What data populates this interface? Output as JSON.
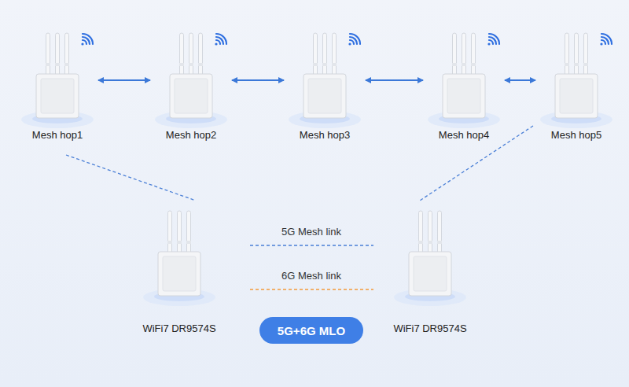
{
  "diagram": {
    "nodes": [
      {
        "text": [
          "Mesh hop1"
        ]
      },
      {
        "text": [
          "Mesh hop2"
        ]
      },
      {
        "text": [
          "Mesh hop3"
        ]
      },
      {
        "text": [
          "Mesh hop4"
        ]
      },
      {
        "text": [
          "Mesh hop5"
        ]
      },
      {
        "text": [
          "WiFi7 DR9574S"
        ]
      },
      {
        "text": [
          "5G+6G MLO"
        ]
      },
      {
        "text": [
          "WiFi7 DR9574S"
        ]
      }
    ],
    "edges": [
      {
        "from": 0,
        "to": 1,
        "arrow": "both"
      },
      {
        "from": 1,
        "to": 2,
        "arrow": "both"
      },
      {
        "from": 2,
        "to": 3,
        "arrow": "both"
      },
      {
        "from": 3,
        "to": 4,
        "arrow": "both"
      },
      {
        "from": 0,
        "to": 5,
        "arrow": "none"
      },
      {
        "from": 3,
        "to": 7,
        "arrow": "none"
      }
    ],
    "legend": [
      {
        "text": "5G Mesh link"
      },
      {
        "text": "6G Mesh link"
      }
    ]
  }
}
